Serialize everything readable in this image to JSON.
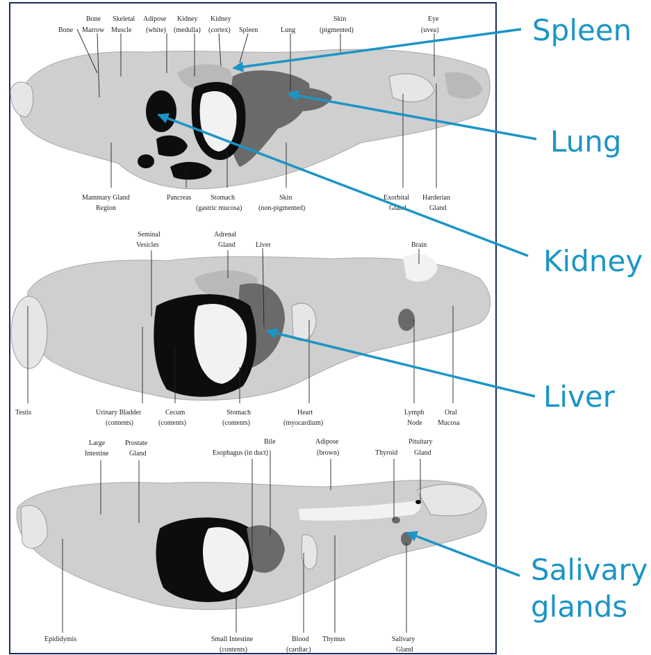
{
  "panel1": {
    "labels": {
      "bone": "Bone",
      "bone_marrow_1": "Bone",
      "bone_marrow_2": "Marrow",
      "skeletal_1": "Skeletal",
      "skeletal_2": "Muscle",
      "adipose_w_1": "Adipose",
      "adipose_w_2": "(white)",
      "kidney_med_1": "Kidney",
      "kidney_med_2": "(medulla)",
      "kidney_cor_1": "Kidney",
      "kidney_cor_2": "(cortex)",
      "spleen": "Spleen",
      "lung": "Lung",
      "skin_pig_1": "Skin",
      "skin_pig_2": "(pigmented)",
      "eye_1": "Eye",
      "eye_2": "(uvea)",
      "mammary_1": "Mammary Gland",
      "mammary_2": "Region",
      "pancreas": "Pancreas",
      "stomach_1": "Stomach",
      "stomach_2": "(gastric mucosa)",
      "skin_np_1": "Skin",
      "skin_np_2": "(non-pigmented)",
      "exorbital_1": "Exorbital",
      "exorbital_2": "Gland",
      "harderian_1": "Harderian",
      "harderian_2": "Gland"
    }
  },
  "panel2": {
    "labels": {
      "seminal_1": "Seminal",
      "seminal_2": "Vesicles",
      "adrenal_1": "Adrenal",
      "adrenal_2": "Gland",
      "liver": "Liver",
      "brain": "Brain",
      "testis": "Testis",
      "bladder_1": "Urinary Bladder",
      "bladder_2": "(contents)",
      "cecum_1": "Cecum",
      "cecum_2": "(contents)",
      "stomach_1": "Stomach",
      "stomach_2": "(contents)",
      "heart_1": "Heart",
      "heart_2": "(myocardium)",
      "lymph_1": "Lymph",
      "lymph_2": "Node",
      "oral_1": "Oral",
      "oral_2": "Mucosa"
    }
  },
  "panel3": {
    "labels": {
      "large_int_1": "Large",
      "large_int_2": "Intestine",
      "prostate_1": "Prostate",
      "prostate_2": "Gland",
      "bile_1": "Bile",
      "esophagus": "Esophagus (in duct)",
      "adipose_b_1": "Adipose",
      "adipose_b_2": "(brown)",
      "thyroid": "Thyroid",
      "pituitary_1": "Pituitary",
      "pituitary_2": "Gland",
      "epididymis": "Epididymis",
      "small_int_1": "Small Intestine",
      "small_int_2": "(contents)",
      "blood_1": "Blood",
      "blood_2": "(cardiac)",
      "thymus": "Thymus",
      "salivary_1": "Salivary",
      "salivary_2": "Gland"
    }
  },
  "callouts": {
    "spleen": "Spleen",
    "lung": "Lung",
    "kidney": "Kidney",
    "liver": "Liver",
    "salivary_1": "Salivary",
    "salivary_2": "glands"
  },
  "colors": {
    "callout": "#1b95c6",
    "frame": "#1b2a5a"
  }
}
